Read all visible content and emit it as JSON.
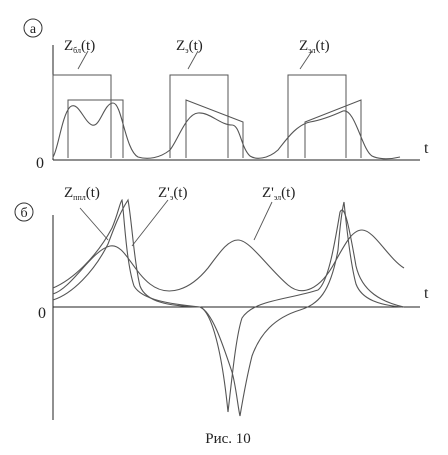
{
  "panel_a": {
    "marker": "а",
    "origin_label": "0",
    "axis_label": "t",
    "labels": [
      {
        "base": "Z",
        "sub": "бл",
        "tail": "(t)"
      },
      {
        "base": "Z",
        "sub": "э",
        "tail": "(t)"
      },
      {
        "base": "Z",
        "sub": "эл",
        "tail": "(t)"
      }
    ]
  },
  "panel_b": {
    "marker": "б",
    "origin_label": "0",
    "axis_label": "t",
    "labels": [
      {
        "base": "Z",
        "sub": "ппл",
        "tail": "(t)"
      },
      {
        "base": "Z'",
        "sub": "э",
        "tail": "(t)"
      },
      {
        "base": "Z'",
        "sub": "эл",
        "tail": "(t)"
      }
    ]
  },
  "caption": "Рис. 10"
}
